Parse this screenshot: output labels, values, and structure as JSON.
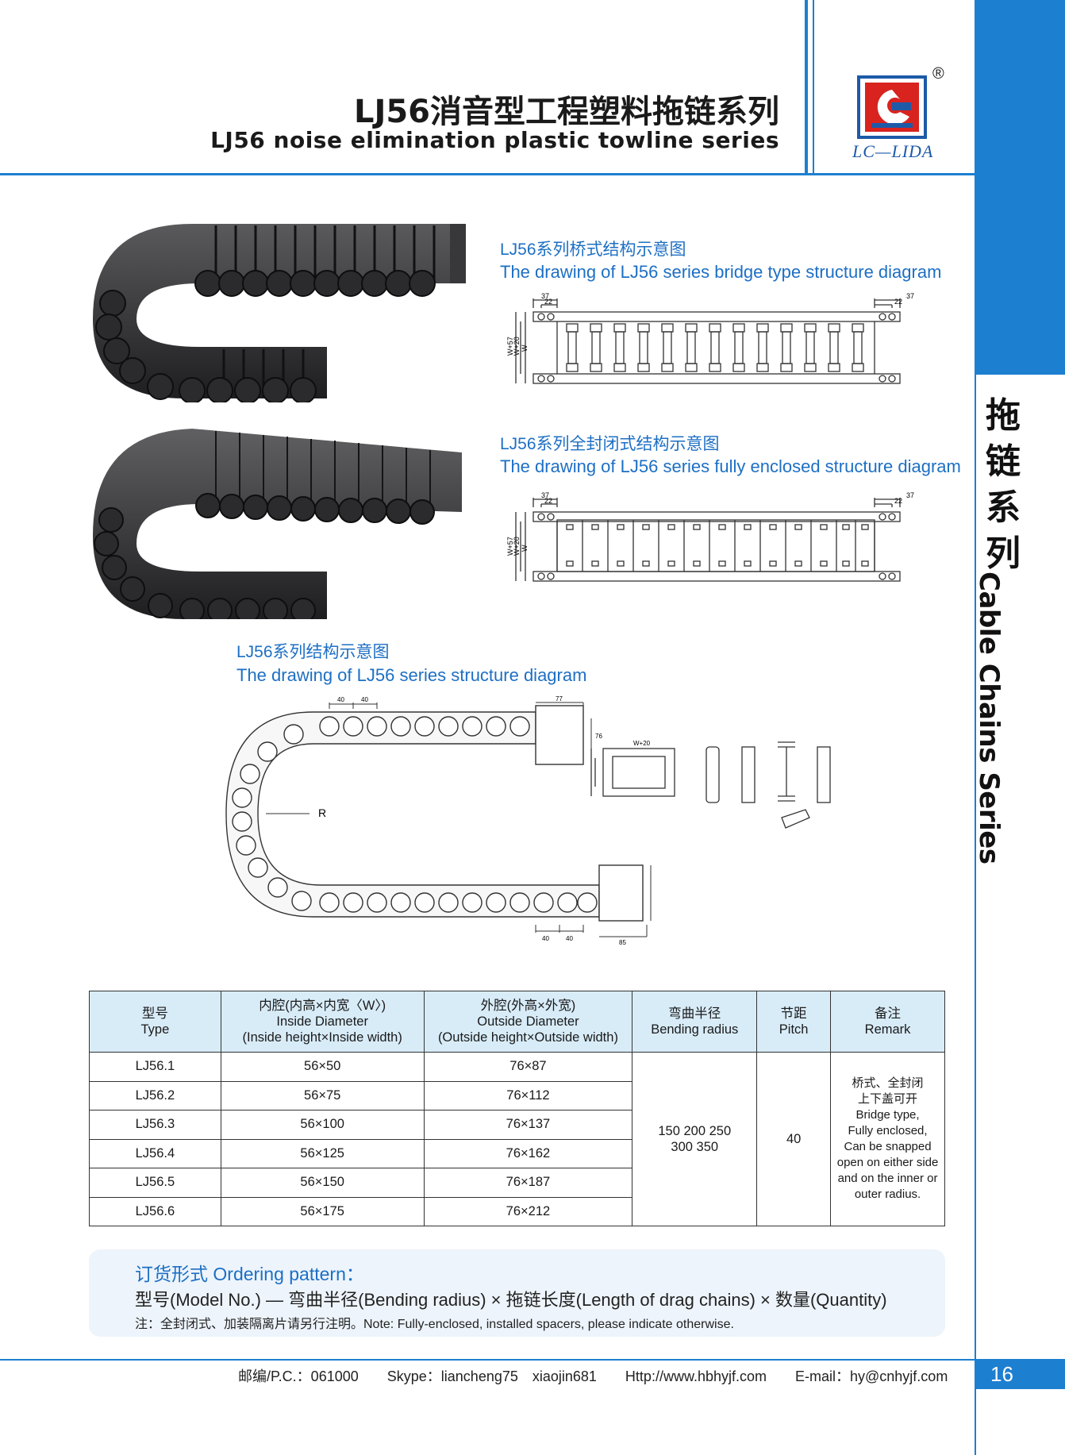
{
  "header": {
    "title_cn": "LJ56消音型工程塑料拖链系列",
    "title_en": "LJ56 noise elimination plastic towline series",
    "logo_reg": "®",
    "logo_text": "LC—LIDA",
    "colors": {
      "accent": "#1d7fd0",
      "logo_red": "#d8231f",
      "logo_blue": "#1d5aa8"
    }
  },
  "sidebar": {
    "cn": [
      "拖",
      "链",
      "系",
      "列"
    ],
    "en": "Cable Chains Series",
    "page_number": "16"
  },
  "figures": {
    "bridge": {
      "cn": "LJ56系列桥式结构示意图",
      "en": "The drawing of LJ56 series bridge type structure diagram"
    },
    "enclosed": {
      "cn": "LJ56系列全封闭式结构示意图",
      "en": "The drawing of LJ56 series fully enclosed structure diagram"
    },
    "structure": {
      "cn": "LJ56系列结构示意图",
      "en": "The drawing of LJ56 series structure diagram"
    }
  },
  "table": {
    "headers": [
      {
        "cn": "型号",
        "en": "Type"
      },
      {
        "cn": "内腔(内高×内宽〈W〉)",
        "en": "Inside Diameter",
        "en2": "(Inside height×Inside width)"
      },
      {
        "cn": "外腔(外高×外宽)",
        "en": "Outside Diameter",
        "en2": "(Outside height×Outside width)"
      },
      {
        "cn": "弯曲半径",
        "en": "Bending radius"
      },
      {
        "cn": "节距",
        "en": "Pitch"
      },
      {
        "cn": "备注",
        "en": "Remark"
      }
    ],
    "rows": [
      {
        "type": "LJ56.1",
        "inside": "56×50",
        "outside": "76×87"
      },
      {
        "type": "LJ56.2",
        "inside": "56×75",
        "outside": "76×112"
      },
      {
        "type": "LJ56.3",
        "inside": "56×100",
        "outside": "76×137"
      },
      {
        "type": "LJ56.4",
        "inside": "56×125",
        "outside": "76×162"
      },
      {
        "type": "LJ56.5",
        "inside": "56×150",
        "outside": "76×187"
      },
      {
        "type": "LJ56.6",
        "inside": "56×175",
        "outside": "76×212"
      }
    ],
    "bending_line1": "150 200 250",
    "bending_line2": "300 350",
    "pitch": "40",
    "remark": [
      "桥式、全封闭",
      "上下盖可开",
      "Bridge type,",
      "Fully enclosed,",
      "Can be snapped",
      "open on either side",
      "and on the inner or",
      "outer radius."
    ]
  },
  "ordering": {
    "title": "订货形式 Ordering pattern：",
    "body": "型号(Model No.) — 弯曲半径(Bending radius) × 拖链长度(Length of drag chains) × 数量(Quantity)",
    "note": "注：全封闭式、加装隔离片请另行注明。Note: Fully-enclosed, installed spacers, please indicate otherwise."
  },
  "footer": {
    "text": "邮编/P.C.：061000    Skype：liancheng75  xiaojin681    Http://www.hbhyjf.com    E-mail：hy@cnhyjf.com"
  },
  "dims": {
    "d37": "37",
    "d22": "22",
    "w57": "W+57",
    "w20": "W+20",
    "w": "W",
    "d40": "40",
    "d77": "77",
    "d76": "76",
    "d85": "85",
    "r": "R",
    "wplus20": "W+20"
  }
}
